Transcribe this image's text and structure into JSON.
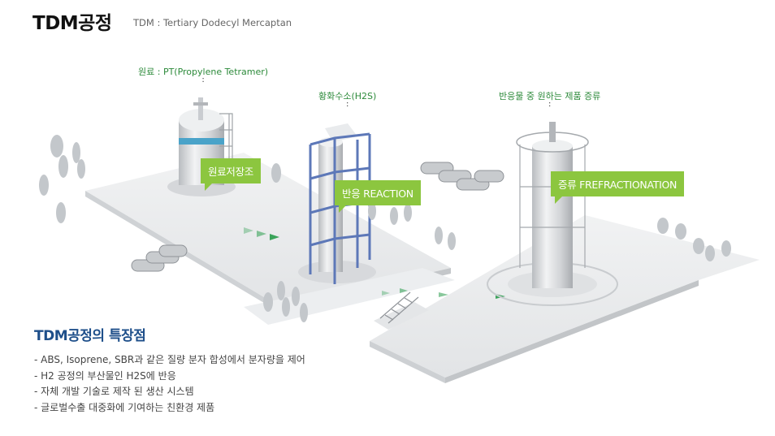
{
  "header": {
    "title": "TDM공정",
    "subtitle": "TDM : Tertiary Dodecyl Mercaptan"
  },
  "callouts": {
    "raw_material": "원료 : PT(Propylene Tetramer)",
    "h2s": "황화수소(H2S)",
    "product": "반응물 중 원하는 제품 증류"
  },
  "stages": {
    "storage": "원료저장조",
    "reaction": "반응 REACTION",
    "distillation": "증류 FREFRACTIONATION"
  },
  "features": {
    "title": "TDM공정의 특장점",
    "items": [
      "- ABS, Isoprene, SBR과 같은 질량 분자 합성에서 분자량을 제어",
      "- H2 공정의 부산물인 H2S에 반응",
      "- 자체 개발 기술로 제작 된 생산 시스템",
      "- 글로벌수출 대중화에 기여하는 친환경 제품"
    ]
  },
  "colors": {
    "accent_green": "#8cc63f",
    "title_blue": "#1e4f8a",
    "callout_green": "#2c8a3a",
    "tank_band": "#4aa3c9",
    "frame_blue": "#5d78b8"
  }
}
